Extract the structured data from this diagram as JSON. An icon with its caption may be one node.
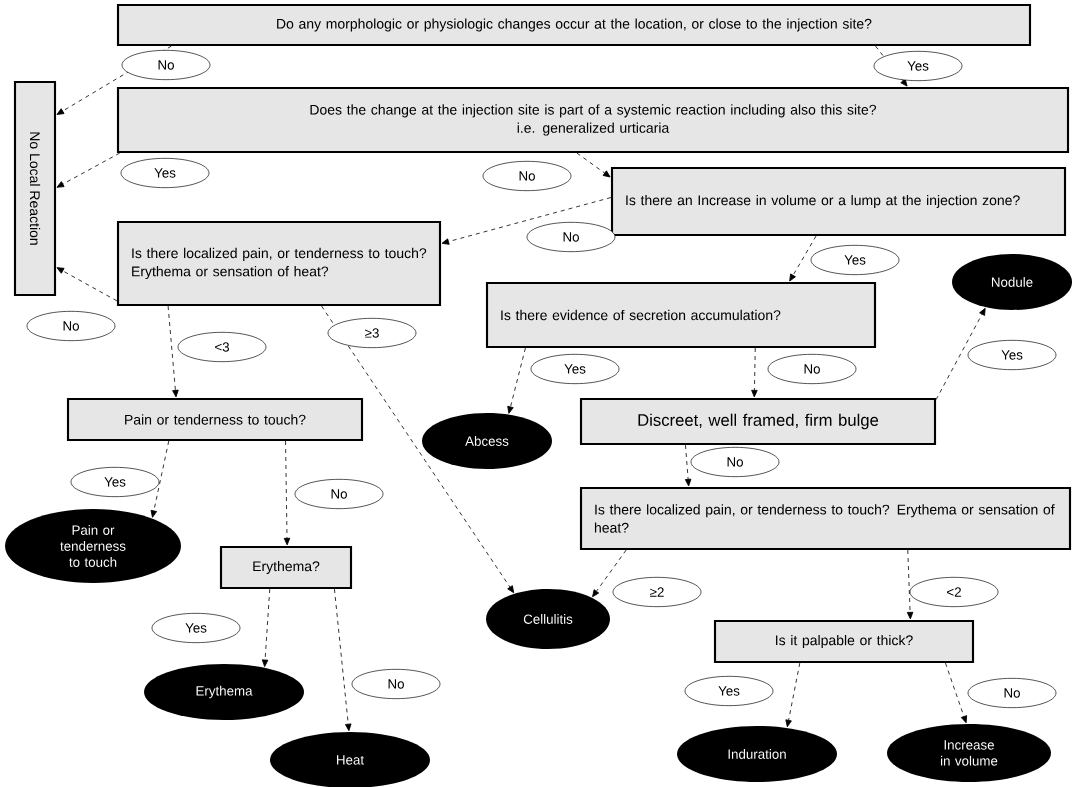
{
  "diagram": {
    "nodes": [
      {
        "text": [
          "Do any morphologic or physiologic changes occur at the location, or close to the injection site?"
        ]
      },
      {
        "text": [
          "No Local Reaction"
        ]
      },
      {
        "text": [
          "Does the change at the injection site is part of a systemic reaction including also this site?",
          "i.e. generalized urticaria"
        ]
      },
      {
        "text": [
          "Is there an Increase in volume or a lump at the injection zone?"
        ]
      },
      {
        "text": [
          "Is there localized pain, or tenderness to touch? Erythema or sensation of heat?"
        ]
      },
      {
        "text": [
          "Is there evidence of secretion accumulation?"
        ]
      },
      {
        "text": [
          "Nodule"
        ]
      },
      {
        "text": [
          "Pain or tenderness to touch?"
        ]
      },
      {
        "text": [
          "Abcess"
        ]
      },
      {
        "text": [
          "Discreet, well framed, firm bulge"
        ]
      },
      {
        "text": [
          "Is there localized pain, or tenderness to touch? Erythema or sensation of heat?"
        ]
      },
      {
        "text": [
          "Pain or tenderness to touch"
        ]
      },
      {
        "text": [
          "Erythema?"
        ]
      },
      {
        "text": [
          "Cellulitis"
        ]
      },
      {
        "text": [
          "Is it palpable or thick?"
        ]
      },
      {
        "text": [
          "Erythema"
        ]
      },
      {
        "text": [
          "Heat"
        ]
      },
      {
        "text": [
          "Induration"
        ]
      },
      {
        "text": [
          "Increase in volume"
        ]
      }
    ],
    "edges": [
      {
        "from": 0,
        "to": 1,
        "arrow": "to",
        "label": "No"
      },
      {
        "from": 0,
        "to": 2,
        "arrow": "to",
        "label": "Yes"
      },
      {
        "from": 2,
        "to": 1,
        "arrow": "to",
        "label": "Yes"
      },
      {
        "from": 2,
        "to": 3,
        "arrow": "to",
        "label": "No"
      },
      {
        "from": 3,
        "to": 4,
        "arrow": "to",
        "label": "No"
      },
      {
        "from": 4,
        "to": 1,
        "arrow": "to",
        "label": "No"
      },
      {
        "from": 3,
        "to": 5,
        "arrow": "to",
        "label": "Yes"
      },
      {
        "from": 4,
        "to": 7,
        "arrow": "to",
        "label": "<3"
      },
      {
        "from": 4,
        "to": 13,
        "arrow": "to",
        "label": "≥3"
      },
      {
        "from": 5,
        "to": 8,
        "arrow": "to",
        "label": "Yes"
      },
      {
        "from": 5,
        "to": 9,
        "arrow": "to",
        "label": "No"
      },
      {
        "from": 9,
        "to": 6,
        "arrow": "to",
        "label": "Yes"
      },
      {
        "from": 7,
        "to": 11,
        "arrow": "to",
        "label": "Yes"
      },
      {
        "from": 7,
        "to": 12,
        "arrow": "to",
        "label": "No"
      },
      {
        "from": 9,
        "to": 10,
        "arrow": "to",
        "label": "No"
      },
      {
        "from": 10,
        "to": 13,
        "arrow": "to",
        "label": "≥2"
      },
      {
        "from": 10,
        "to": 14,
        "arrow": "to",
        "label": "<2"
      },
      {
        "from": 12,
        "to": 15,
        "arrow": "to",
        "label": "Yes"
      },
      {
        "from": 12,
        "to": 16,
        "arrow": "to",
        "label": "No"
      },
      {
        "from": 14,
        "to": 17,
        "arrow": "to",
        "label": "Yes"
      },
      {
        "from": 14,
        "to": 18,
        "arrow": "to",
        "label": "No"
      }
    ]
  }
}
